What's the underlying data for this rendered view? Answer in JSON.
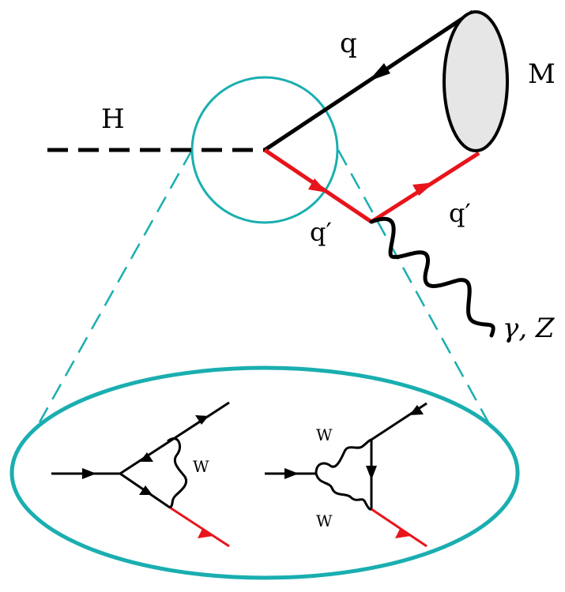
{
  "labels": {
    "higgs": "H",
    "quark": "q",
    "meson": "M",
    "quark_prime_left": "q′",
    "quark_prime_right": "q′",
    "boson": "γ, Z",
    "w_vertex": "W",
    "w_box_top": "W",
    "w_box_bottom": "W"
  },
  "colors": {
    "fermion": "#000000",
    "flavor_changed": "#e8141b",
    "zoom": "#1aaeb0",
    "meson_fill": "#e6e6e6"
  }
}
